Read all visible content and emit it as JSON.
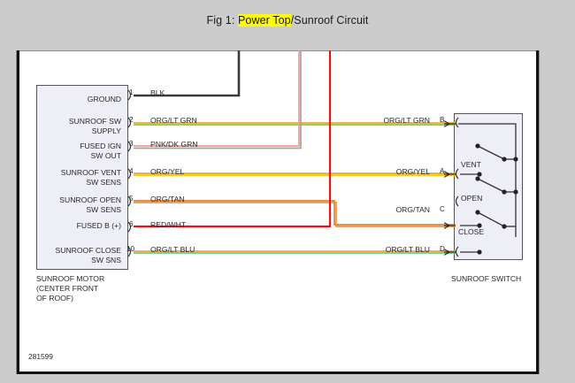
{
  "figure": {
    "prefix": "Fig 1: ",
    "highlighted": "Power Top",
    "suffix": "/Sunroof Circuit",
    "reference_number": "281599"
  },
  "left_component": {
    "name_lines": [
      "SUNROOF MOTOR",
      "(CENTER FRONT",
      "OF ROOF)"
    ],
    "pins": [
      {
        "pin": "1",
        "function": "GROUND",
        "wire": "BLK",
        "colors": [
          "#3a3a3a"
        ]
      },
      {
        "pin": "2",
        "function": "SUNROOF SW\nSUPPLY",
        "wire": "ORG/LT GRN",
        "colors": [
          "#f5a623",
          "#8dc63f"
        ]
      },
      {
        "pin": "3",
        "function": "FUSED IGN\nSW OUT",
        "wire": "PNK/DK GRN",
        "colors": [
          "#f29a9a",
          "#9aa89a"
        ]
      },
      {
        "pin": "4",
        "function": "SUNROOF VENT\nSW SENS",
        "wire": "ORG/YEL",
        "colors": [
          "#f7a800",
          "#f7c600"
        ]
      },
      {
        "pin": "5",
        "function": "SUNROOF OPEN\nSW SENS",
        "wire": "ORG/TAN",
        "colors": [
          "#f07c1e",
          "#d89a5c"
        ]
      },
      {
        "pin": "6",
        "function": "FUSED B (+)",
        "wire": "RED/WHT",
        "colors": [
          "#ee1111",
          "#f08080"
        ]
      },
      {
        "pin": "10",
        "function": "SUNROOF CLOSE\nSW SNS",
        "wire": "ORG/LT BLU",
        "colors": [
          "#f5a623",
          "#62c9a0"
        ]
      }
    ]
  },
  "right_component": {
    "name": "SUNROOF SWITCH",
    "switch_positions": [
      "VENT",
      "OPEN",
      "CLOSE"
    ],
    "pins": [
      {
        "pin": "B",
        "wire": "ORG/LT GRN",
        "colors": [
          "#f5a623",
          "#8dc63f"
        ]
      },
      {
        "pin": "A",
        "wire": "ORG/YEL",
        "colors": [
          "#f7a800",
          "#f7c600"
        ]
      },
      {
        "pin": "C",
        "wire": "ORG/TAN",
        "colors": [
          "#f07c1e",
          "#d89a5c"
        ]
      },
      {
        "pin": "D",
        "wire": "ORG/LT BLU",
        "colors": [
          "#f5a623",
          "#62c9a0"
        ]
      }
    ]
  },
  "palette": {
    "background": "#cccccc",
    "canvas": "#ffffff",
    "box_fill": "#eeeef7",
    "box_border": "#555555",
    "highlight": "#ffff00",
    "frame": "#111111"
  }
}
